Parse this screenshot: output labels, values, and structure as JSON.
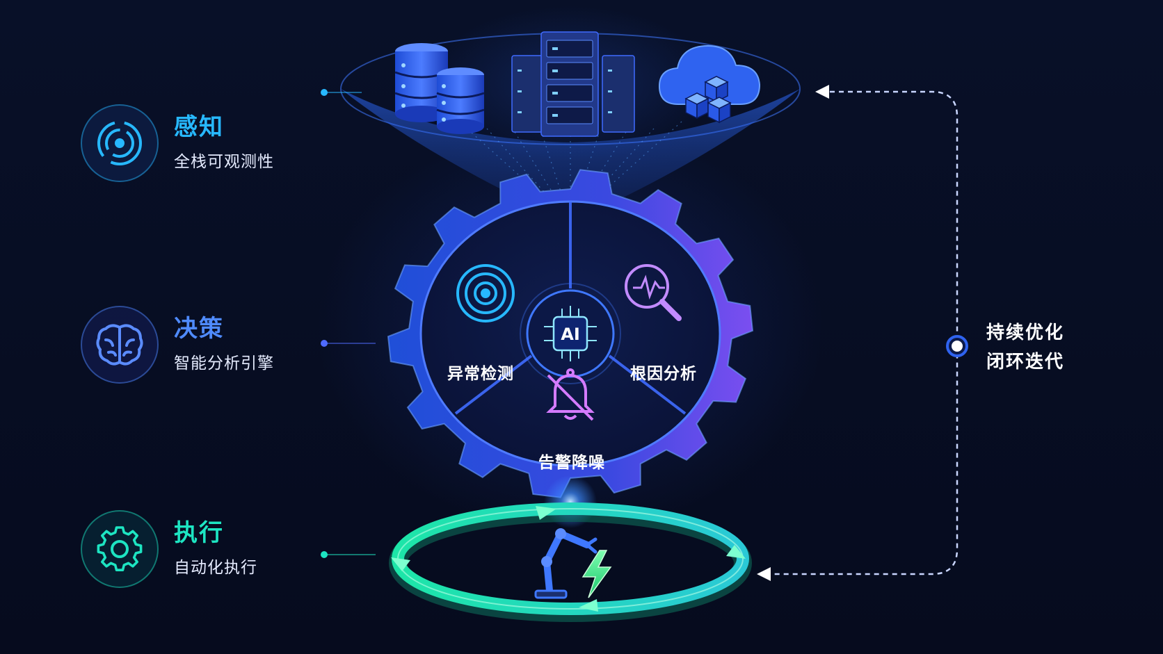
{
  "stages": [
    {
      "title": "感知",
      "subtitle": "全栈可观测性",
      "icon": "radar-target-icon",
      "color": "#27b8ff"
    },
    {
      "title": "决策",
      "subtitle": "智能分析引擎",
      "icon": "brain-icon",
      "color": "#4f8bff"
    },
    {
      "title": "执行",
      "subtitle": "自动化执行",
      "icon": "gear-icon",
      "color": "#1de5c2"
    }
  ],
  "gear": {
    "center_label": "AI",
    "segments": [
      {
        "label": "异常检测",
        "icon": "radar-icon"
      },
      {
        "label": "根因分析",
        "icon": "magnifier-chart-icon"
      },
      {
        "label": "告警降噪",
        "icon": "bell-off-icon"
      }
    ]
  },
  "sources": [
    "database-icon",
    "server-rack-icon",
    "cloud-blocks-icon"
  ],
  "loop": {
    "line1": "持续优化",
    "line2": "闭环迭代"
  },
  "executor_icons": [
    "robot-arm-icon",
    "lightning-icon"
  ],
  "colors": {
    "accent_cyan": "#27b8ff",
    "accent_blue": "#3f6bff",
    "accent_purple": "#8a5cff",
    "accent_green": "#1de5a8"
  }
}
